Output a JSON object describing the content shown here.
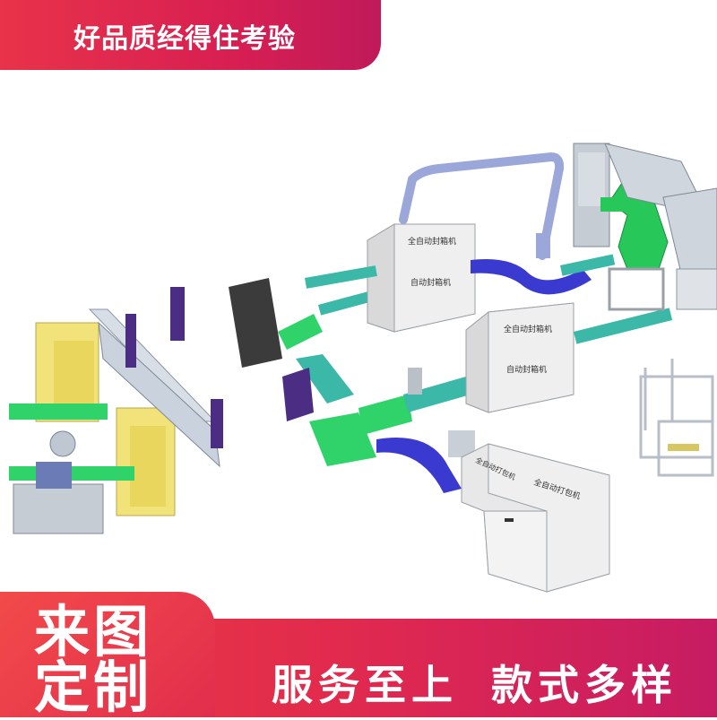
{
  "header": {
    "title": "好品质经得住考验"
  },
  "scene": {
    "machines": [
      {
        "label_side": "全自动封箱机",
        "label_front": "自动封箱机"
      },
      {
        "label_side": "全自动封箱机",
        "label_front": "自动封箱机"
      },
      {
        "label_side": "全自动打包机",
        "label_front": "全自动打包机"
      }
    ]
  },
  "footer": {
    "badge_line1": "来图",
    "badge_line2": "定制",
    "slogan_left": "服务至上",
    "slogan_right": "款式多样"
  },
  "colors": {
    "brand_red": "#e8334a",
    "conveyor_green": "#2fd36a",
    "conveyor_teal": "#3bb8a8",
    "machine_gray": "#e6e6e6",
    "frame_gray": "#9aa0a6"
  }
}
